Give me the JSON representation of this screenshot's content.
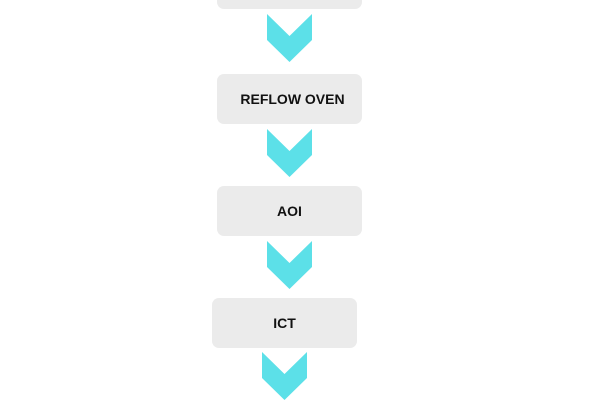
{
  "flow": {
    "steps": [
      {
        "label": ""
      },
      {
        "label": "REFLOW OVEN"
      },
      {
        "label": "AOI"
      },
      {
        "label": "ICT"
      }
    ],
    "arrow_color": "#5ce0e8",
    "box_color": "#ebebeb"
  }
}
